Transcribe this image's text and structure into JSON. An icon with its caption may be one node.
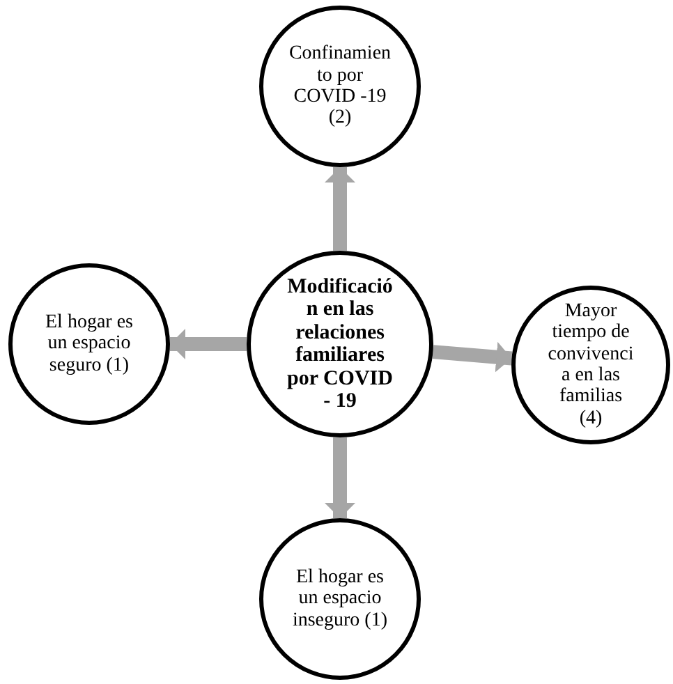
{
  "diagram": {
    "nodes": [
      {
        "text": [
          "Modificación en las relaciones familiares por COVID - 19"
        ]
      },
      {
        "text": [
          "Confinamien to por COVID -19 (2)"
        ]
      },
      {
        "text": [
          "El hogar es un espacio seguro (1)"
        ]
      },
      {
        "text": [
          "Mayor tiempo de convivenci a en las familias (4)"
        ]
      },
      {
        "text": [
          "El hogar es un espacio inseguro (1)"
        ]
      }
    ],
    "edges": [
      {
        "from": 0,
        "to": 1,
        "arrow": "to"
      },
      {
        "from": 0,
        "to": 2,
        "arrow": "to"
      },
      {
        "from": 0,
        "to": 3,
        "arrow": "to"
      },
      {
        "from": 0,
        "to": 4,
        "arrow": "to"
      }
    ]
  }
}
